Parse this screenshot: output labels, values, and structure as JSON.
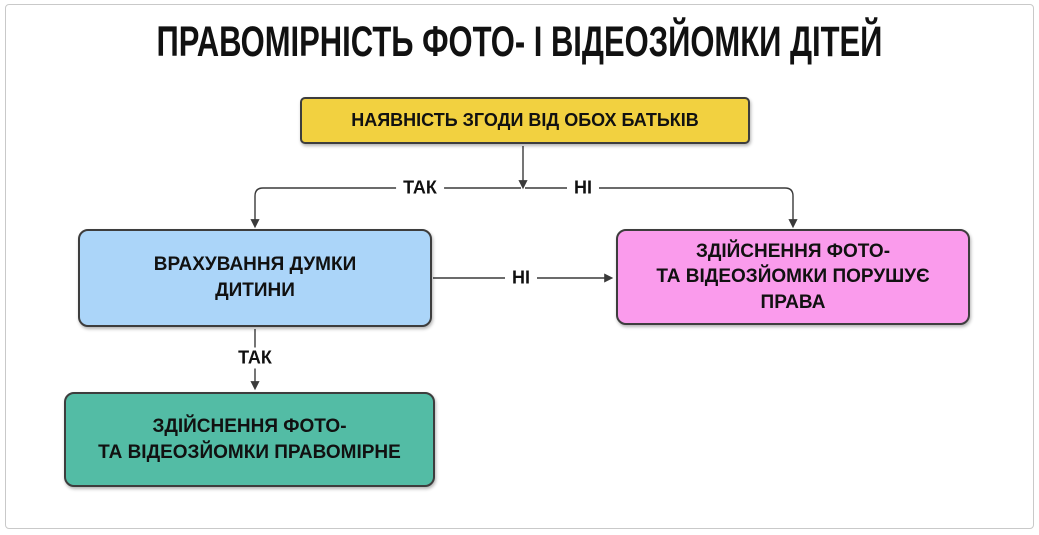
{
  "title": "ПРАВОМІРНІСТЬ ФОТО- І ВІДЕОЗЙОМКИ ДІТЕЙ",
  "nodes": {
    "consent": {
      "label": "НАЯВНІСТЬ ЗГОДИ ВІД ОБОХ БАТЬКІВ",
      "color": "#F2D140"
    },
    "child_opinion": {
      "label": "ВРАХУВАННЯ ДУМКИ\nДИТИНИ",
      "color": "#ABD5F9"
    },
    "violates_rights": {
      "label": "ЗДІЙСНЕННЯ ФОТО-\nТА ВІДЕОЗЙОМКИ ПОРУШУЄ\nПРАВА",
      "color": "#FA9BEC"
    },
    "lawful": {
      "label": "ЗДІЙСНЕННЯ ФОТО-\nТА ВІДЕОЗЙОМКИ ПРАВОМІРНЕ",
      "color": "#53BCA5"
    }
  },
  "edge_labels": {
    "consent_yes": "ТАК",
    "consent_no": "НІ",
    "opinion_no": "НІ",
    "opinion_yes": "ТАК"
  },
  "colors": {
    "line": "#3a3a3a",
    "node_border": "#3d3d3d",
    "text": "#111111",
    "canvas_border": "#c9c9c9",
    "background": "#ffffff"
  }
}
